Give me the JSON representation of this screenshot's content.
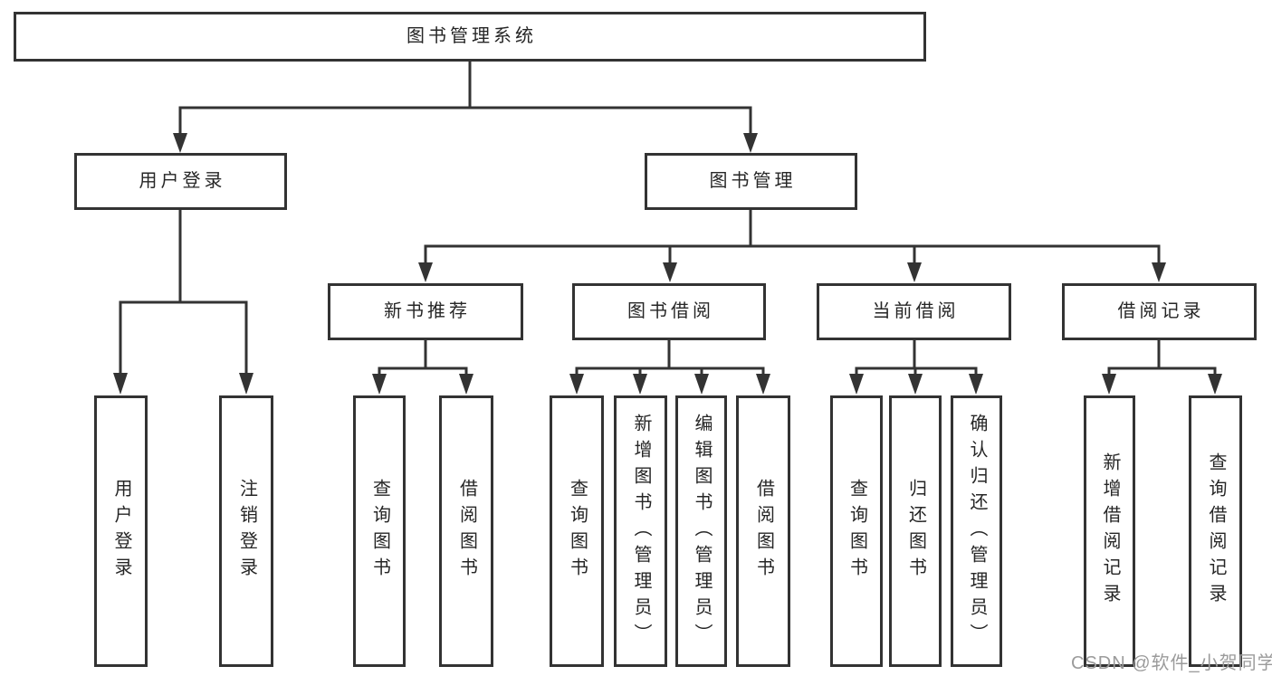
{
  "tree": {
    "root": "图书管理系统",
    "level2": [
      {
        "label": "用户登录"
      },
      {
        "label": "图书管理"
      }
    ],
    "level3": [
      {
        "label": "新书推荐"
      },
      {
        "label": "图书借阅"
      },
      {
        "label": "当前借阅"
      },
      {
        "label": "借阅记录"
      }
    ],
    "leaves": {
      "login": [
        "用户登录",
        "注销登录"
      ],
      "recommend": [
        "查询图书",
        "借阅图书"
      ],
      "borrow": [
        "查询图书",
        "新增图书（管理员）",
        "编辑图书（管理员）",
        "借阅图书"
      ],
      "current": [
        "查询图书",
        "归还图书",
        "确认归还（管理员）"
      ],
      "records": [
        "新增借阅记录",
        "查询借阅记录"
      ]
    }
  },
  "watermark": {
    "text": "CSDN @软件_小贺同学"
  },
  "colors": {
    "line": "#333333",
    "border": "#333333",
    "text": "#262626",
    "watermark": "#9b9b9b",
    "background": "#ffffff"
  }
}
